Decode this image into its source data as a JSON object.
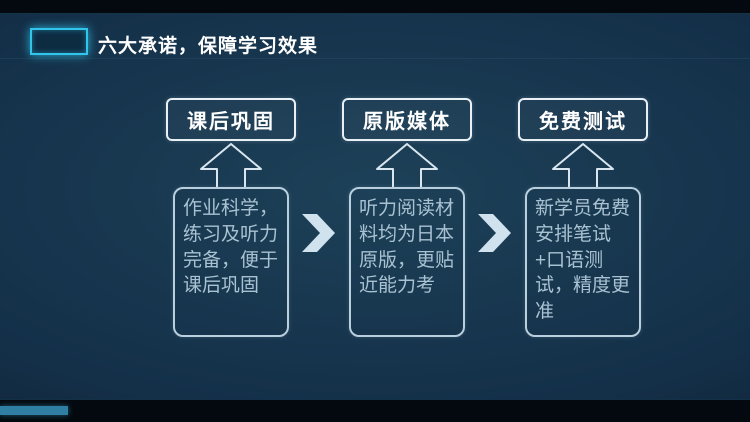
{
  "title": "六大承诺，保障学习效果",
  "columns": [
    {
      "header": "课后巩固",
      "body": "作业科学，练习及听力完备，便于课后巩固"
    },
    {
      "header": "原版媒体",
      "body": "听力阅读材料均为日本原版，更贴近能力考"
    },
    {
      "header": "免费测试",
      "body": "新学员免费安排笔试+口语测试，精度更准"
    }
  ],
  "colors": {
    "accent_cyan": "#31c5ec",
    "header_border": "#e8eff5",
    "body_border": "#b9cfdd",
    "title_text": "#ffffff",
    "body_text": "#a9c2d2",
    "chevron": "#cfe2ee",
    "bottom_accent": "#2e7fa3"
  }
}
